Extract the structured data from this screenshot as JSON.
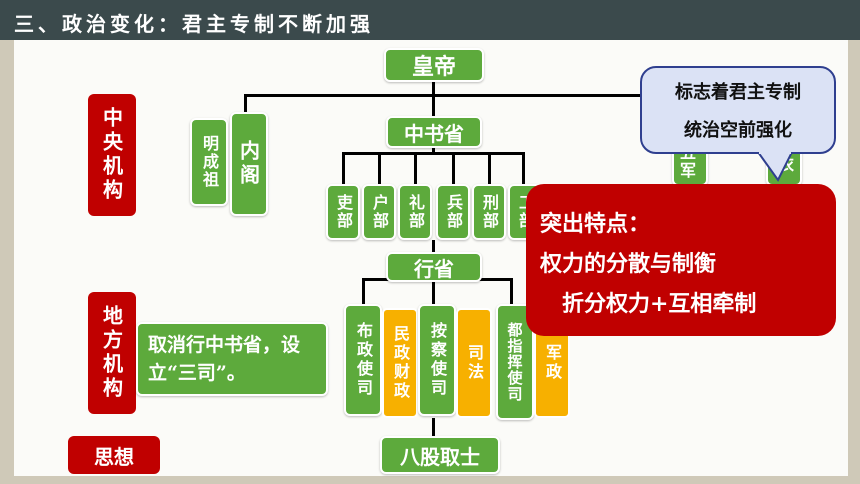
{
  "header": {
    "title": "三、政治变化：君主专制不断加强"
  },
  "colors": {
    "green": "#5daa3c",
    "red": "#c00000",
    "orange": "#f7b000",
    "header_bg": "#3b4a4c",
    "callout_blue": "#dbe2f5"
  },
  "labels": {
    "central": "中央机构",
    "local": "地方机构",
    "thought": "思想"
  },
  "central": {
    "emperor": "皇帝",
    "ming_chengzu": "明成祖",
    "neige": "内阁",
    "zhongshusheng": "中书省",
    "ministries": [
      "吏部",
      "户部",
      "礼部",
      "兵部",
      "刑部",
      "工部"
    ],
    "wujun_partial": "五军",
    "yiwei_partial": "衣"
  },
  "local": {
    "xingsheng": "行省",
    "abolish_note": "取消行中书省，设立“三司”。",
    "buzhengshi": "布政使司",
    "minzheng_caizheng": "民政财政",
    "anchashi": "按察使司",
    "sifa": "司法",
    "duzhihuishi": "都指挥使司",
    "junzheng": "军政"
  },
  "thought": {
    "exam": "八股取士"
  },
  "callouts": {
    "blue_line1": "标志着君主专制",
    "blue_line2": "统治空前强化",
    "red_line1": "突出特点：",
    "red_line2": "权力的分散与制衡",
    "red_line3": "折分权力+互相牵制"
  }
}
